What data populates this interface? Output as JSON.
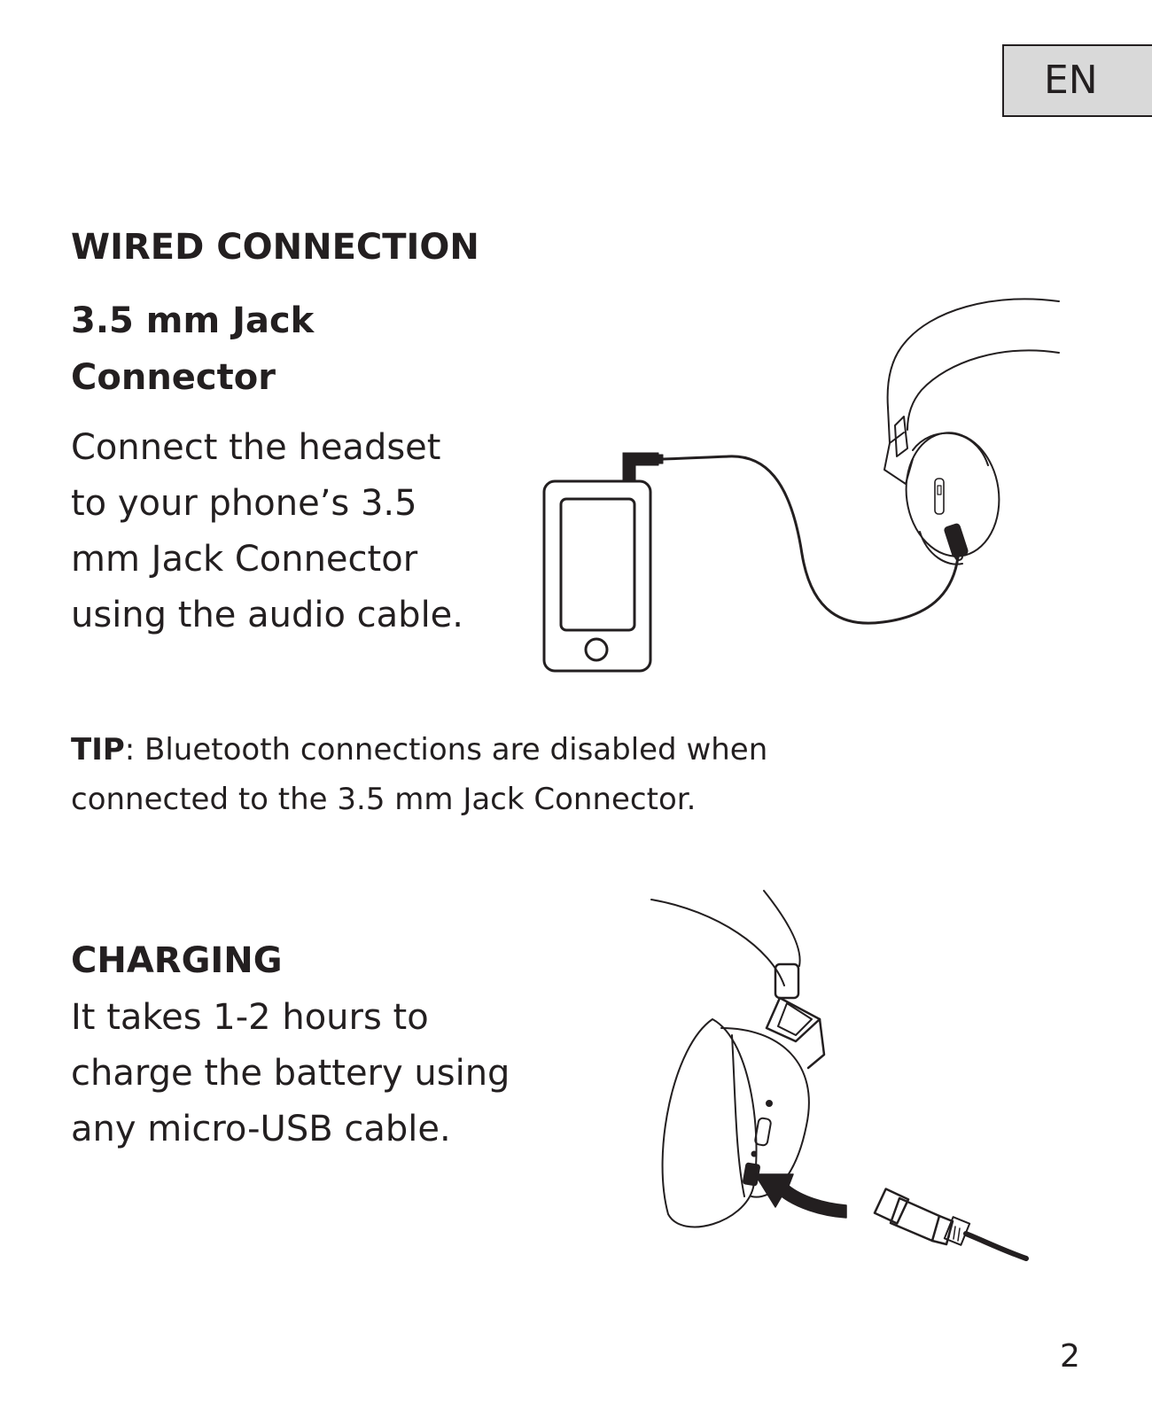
{
  "lang_tab": "EN",
  "wired": {
    "heading": "WIRED CONNECTION",
    "subheading_line1": "3.5 mm Jack",
    "subheading_line2": "Connector",
    "body_lines": [
      "Connect the headset",
      "to your phone’s 3.5",
      "mm Jack Connector",
      "using the audio cable."
    ]
  },
  "tip": {
    "label": "TIP",
    "text": ": Bluetooth connections are disabled when connected to the 3.5 mm Jack Connector."
  },
  "charging": {
    "heading": "CHARGING",
    "body_lines": [
      "It takes 1-2 hours to",
      "charge the battery using",
      "any micro-USB cable."
    ]
  },
  "page_number": "2"
}
